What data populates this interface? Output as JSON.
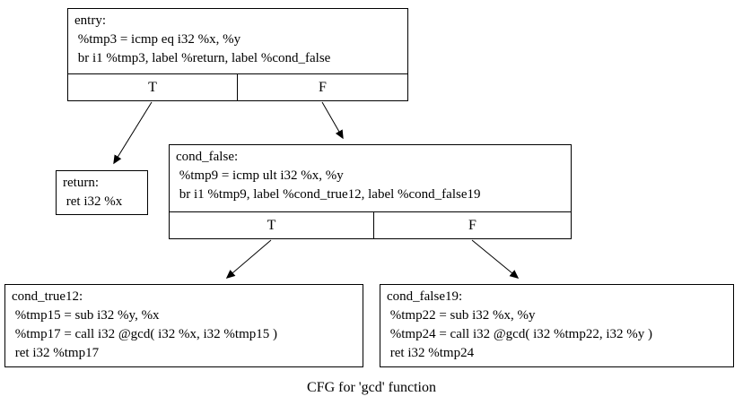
{
  "caption": "CFG for 'gcd' function",
  "nodes": {
    "entry": {
      "label": "entry:",
      "lines": [
        " %tmp3 = icmp eq i32 %x, %y",
        " br i1 %tmp3, label %return, label %cond_false"
      ],
      "true_label": "T",
      "false_label": "F"
    },
    "return": {
      "label": "return:",
      "lines": [
        " ret i32 %x"
      ]
    },
    "cond_false": {
      "label": "cond_false:",
      "lines": [
        " %tmp9 = icmp ult i32 %x, %y",
        " br i1 %tmp9, label %cond_true12, label %cond_false19"
      ],
      "true_label": "T",
      "false_label": "F"
    },
    "cond_true12": {
      "label": "cond_true12:",
      "lines": [
        " %tmp15 = sub i32 %y, %x",
        " %tmp17 = call i32 @gcd( i32 %x, i32 %tmp15 )",
        " ret i32 %tmp17"
      ]
    },
    "cond_false19": {
      "label": "cond_false19:",
      "lines": [
        " %tmp22 = sub i32 %x, %y",
        " %tmp24 = call i32 @gcd( i32 %tmp22, i32 %y )",
        " ret i32 %tmp24"
      ]
    }
  },
  "edges": [
    {
      "from": "entry:T",
      "to": "return"
    },
    {
      "from": "entry:F",
      "to": "cond_false"
    },
    {
      "from": "cond_false:T",
      "to": "cond_true12"
    },
    {
      "from": "cond_false:F",
      "to": "cond_false19"
    }
  ],
  "colors": {
    "background": "#ffffff",
    "node_border": "#000000",
    "text": "#000000",
    "edge": "#000000"
  }
}
